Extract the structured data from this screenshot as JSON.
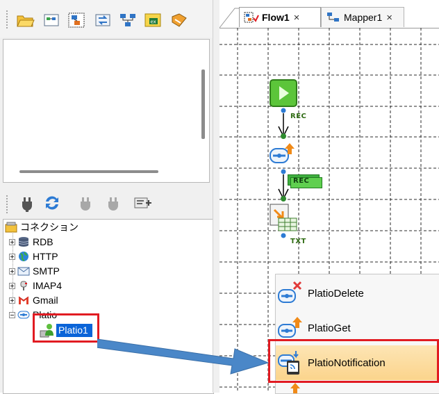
{
  "toolbar": {
    "buttons": [
      {
        "icon": "folder-open-icon"
      },
      {
        "icon": "mapper-icon"
      },
      {
        "icon": "flow-icon"
      },
      {
        "icon": "swap-icon"
      },
      {
        "icon": "network-icon"
      },
      {
        "icon": "excel-export-icon"
      },
      {
        "icon": "tools-icon"
      }
    ]
  },
  "upper_panel": {
    "truncated_header": "~~~~~~~~~~~"
  },
  "connection_toolbar": {
    "buttons": [
      {
        "icon": "plug-connect-icon"
      },
      {
        "icon": "refresh-icon"
      },
      {
        "icon": "plug-disabled-icon"
      },
      {
        "icon": "plug-disabled-icon"
      },
      {
        "icon": "properties-icon"
      }
    ]
  },
  "tree": {
    "root_label": "コネクション",
    "items": [
      {
        "label": "RDB",
        "icon": "database-icon",
        "expander": "plus"
      },
      {
        "label": "HTTP",
        "icon": "globe-icon",
        "expander": "plus"
      },
      {
        "label": "SMTP",
        "icon": "mail-icon",
        "expander": "plus"
      },
      {
        "label": "IMAP4",
        "icon": "mailbox-icon",
        "expander": "plus"
      },
      {
        "label": "Gmail",
        "icon": "gmail-icon",
        "expander": "plus"
      },
      {
        "label": "Platio",
        "icon": "platio-icon",
        "expander": "minus"
      }
    ],
    "selected_child": {
      "label": "Platio1",
      "icon": "connection-user-icon"
    }
  },
  "tabs": [
    {
      "label": "Flow1",
      "icon": "flow-tab-icon",
      "close": "×",
      "active": true
    },
    {
      "label": "Mapper1",
      "icon": "mapper-tab-icon",
      "close": "×",
      "active": false
    }
  ],
  "flow": {
    "nodes": [
      {
        "icon": "start-icon"
      },
      {
        "icon": "platio-get-icon"
      },
      {
        "icon": "csv-write-icon"
      }
    ],
    "link_labels": [
      "REC",
      "REC",
      "TXT"
    ]
  },
  "context_menu": {
    "items": [
      {
        "label": "PlatioDelete",
        "icon": "platio-delete-icon"
      },
      {
        "label": "PlatioGet",
        "icon": "platio-get-icon"
      },
      {
        "label": "PlatioNotification",
        "icon": "platio-notification-icon",
        "highlighted": true
      }
    ]
  },
  "colors": {
    "highlight_red": "#e11b22",
    "selection_blue": "#0a64d8",
    "arrow_blue": "#4a87c8",
    "menu_highlight": "#fbd48c"
  }
}
